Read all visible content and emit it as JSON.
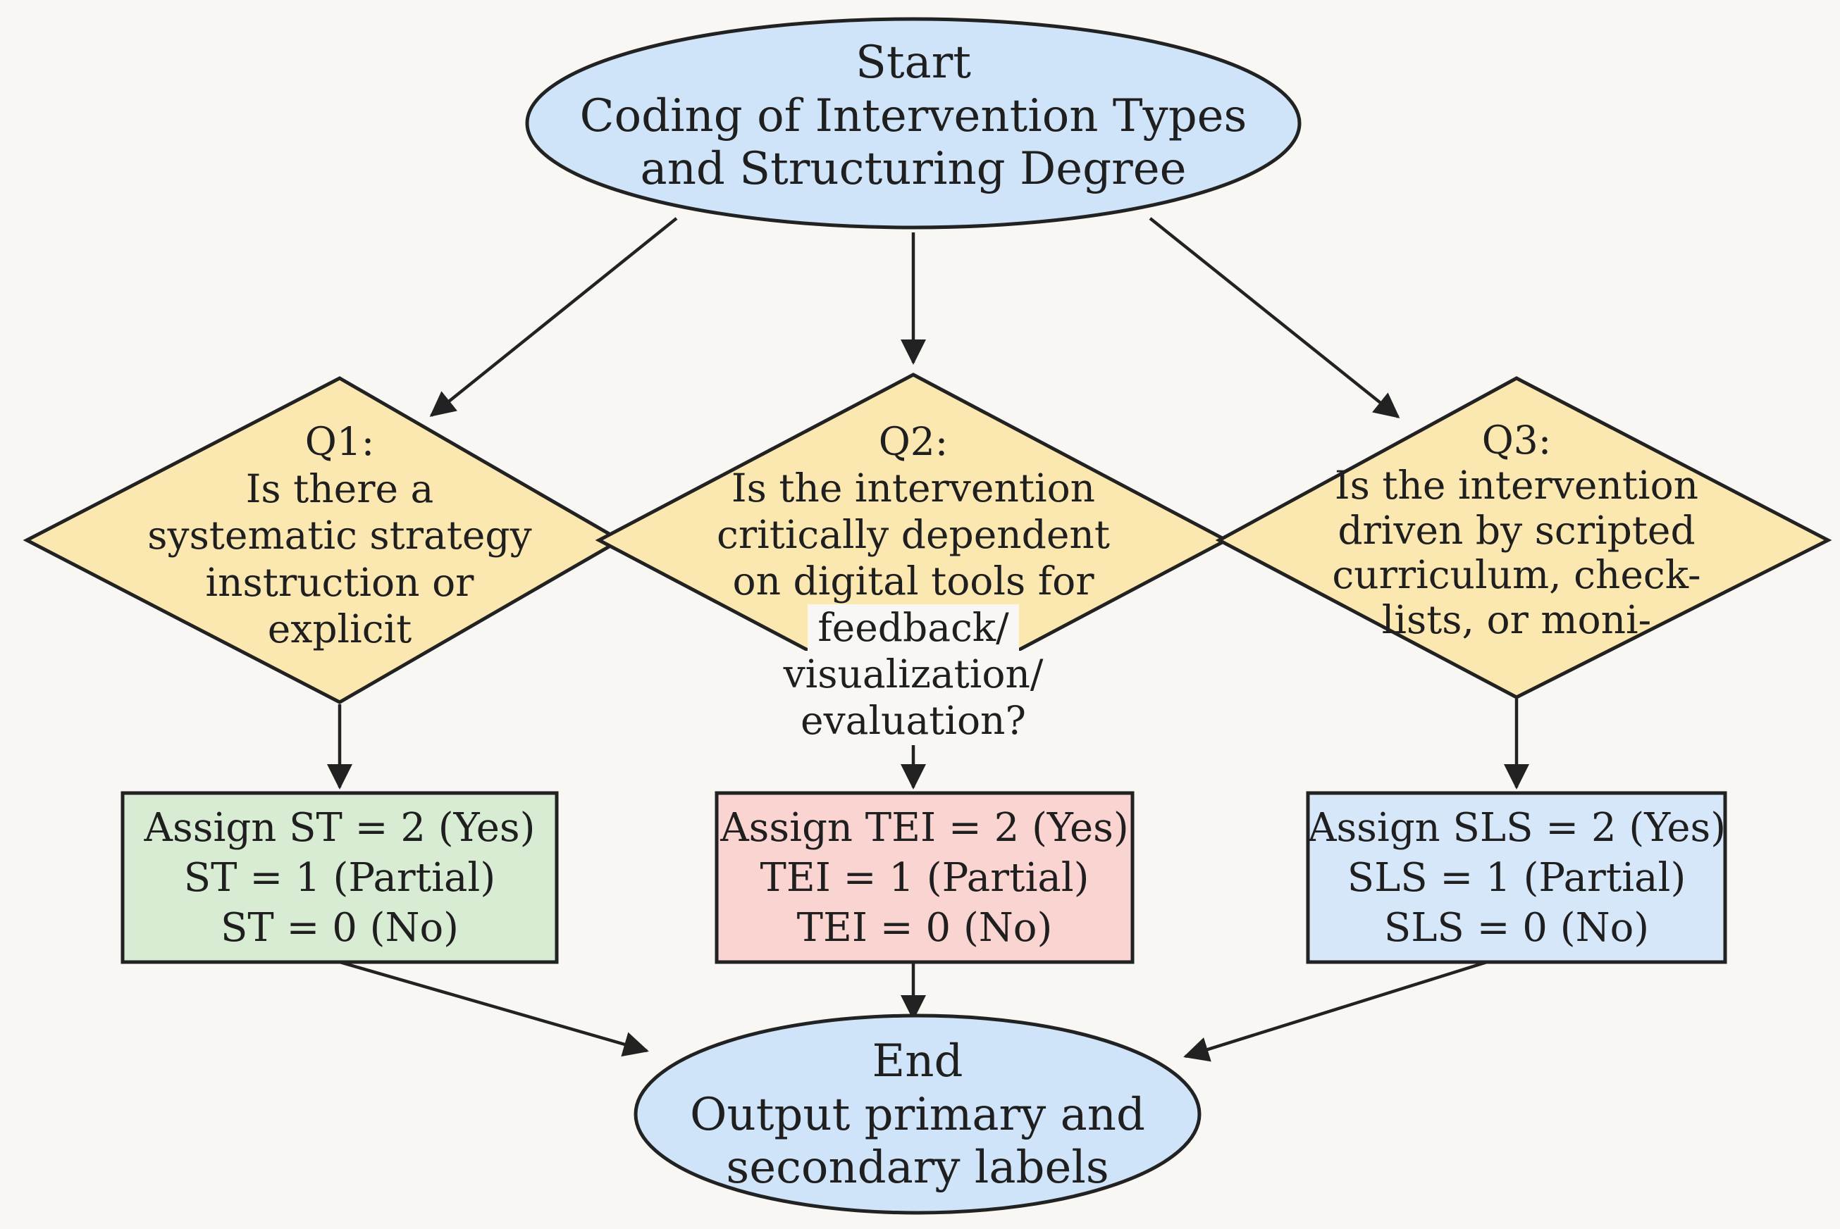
{
  "colors": {
    "ellipse_fill": "#cfe4f8",
    "diamond_fill": "#fbe7b0",
    "box_st_fill": "#d7ecd3",
    "box_tei_fill": "#fad4d1",
    "box_sls_fill": "#d6e7fa",
    "stroke": "#222222",
    "background": "#f8f7f3"
  },
  "start": {
    "lines": [
      "Start",
      "Coding of Intervention Types",
      "and Structuring Degree"
    ]
  },
  "q1": {
    "lines": [
      "Q1:",
      "Is there a",
      "systematic strategy",
      "instruction or",
      "explicit"
    ]
  },
  "q2": {
    "lines": [
      "Q2:",
      "Is the intervention",
      "critically dependent",
      "on digital tools for",
      "feedback/",
      "visualization/",
      "evaluation?"
    ]
  },
  "q3": {
    "lines": [
      "Q3:",
      "Is the intervention",
      "driven by scripted",
      "curriculum, check-",
      "lists, or moni-"
    ]
  },
  "box_st": {
    "lines": [
      "Assign ST = 2 (Yes)",
      "ST = 1 (Partial)",
      "ST = 0 (No)"
    ]
  },
  "box_tei": {
    "lines": [
      "Assign TEI = 2 (Yes)",
      "TEI = 1 (Partial)",
      "TEI = 0 (No)"
    ]
  },
  "box_sls": {
    "lines": [
      "Assign SLS = 2 (Yes)",
      "SLS = 1 (Partial)",
      "SLS = 0 (No)"
    ]
  },
  "end": {
    "lines": [
      "End",
      "Output primary and",
      "secondary labels"
    ]
  }
}
